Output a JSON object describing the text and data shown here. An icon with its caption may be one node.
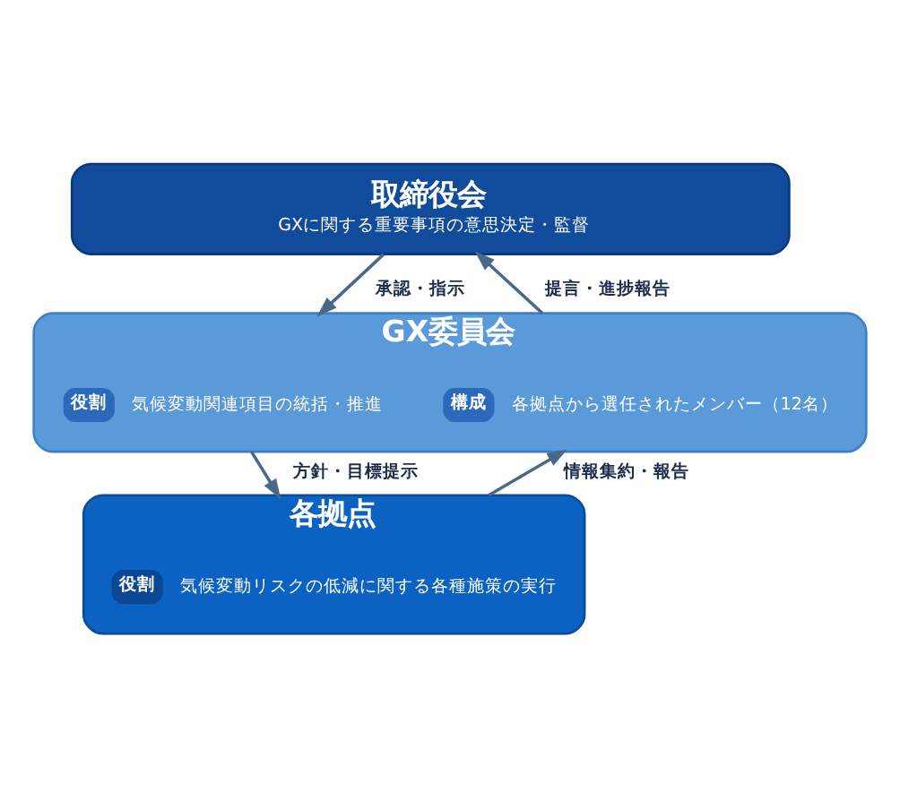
{
  "diagram": {
    "nodes": [
      {
        "text": [
          "取締役会",
          "GXに関する重要事項の意思決定・監督"
        ]
      },
      {
        "text": [
          "GX委員会"
        ]
      },
      {
        "text": [
          "役割"
        ],
        "in": 1,
        "beside": [
          "気候変動関連項目の統括・推進"
        ]
      },
      {
        "text": [
          "構成"
        ],
        "in": 1,
        "beside": [
          "各拠点から選任されたメンバー（12名）"
        ]
      },
      {
        "text": [
          "各拠点"
        ]
      },
      {
        "text": [
          "役割"
        ],
        "in": 4,
        "beside": [
          "気候変動リスクの低減に関する各種施策の実行"
        ]
      }
    ],
    "edges": [
      {
        "from": 0,
        "to": 1,
        "arrow": "to",
        "label": "承認・指示"
      },
      {
        "from": 1,
        "to": 0,
        "arrow": "to",
        "label": "提言・進捗報告"
      },
      {
        "from": 1,
        "to": 4,
        "arrow": "to",
        "label": "方針・目標提示"
      },
      {
        "from": 4,
        "to": 1,
        "arrow": "to",
        "label": "情報集約・報告"
      }
    ]
  }
}
